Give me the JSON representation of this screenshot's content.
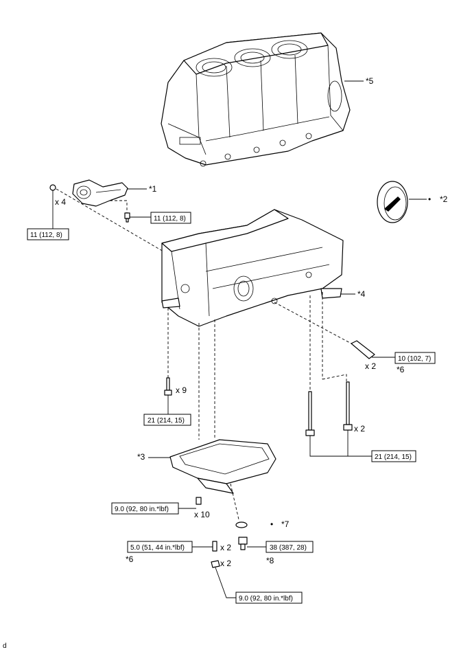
{
  "callouts": {
    "c1": "*1",
    "c2": "*2",
    "c3": "*3",
    "c4": "*4",
    "c5": "*5",
    "c6a": "*6",
    "c6b": "*6",
    "c7": "*7",
    "c8": "*8"
  },
  "torques": {
    "t_sensor_small": "11 (112, 8)",
    "t_sensor_left": "11 (112, 8)",
    "t_pin": "10 (102, 7)",
    "t_bolt_left": "21 (214, 15)",
    "t_bolt_right": "21 (214, 15)",
    "t_pan": "9.0 (92, 80 in.*lbf)",
    "t_stud": "5.0 (51, 44 in.*lbf)",
    "t_plug": "38 (387, 28)",
    "t_nut": "9.0 (92, 80 in.*lbf)"
  },
  "quantities": {
    "q_sensor": "x 4",
    "q_pin": "x 2",
    "q_bolt_left": "x 9",
    "q_bolt_right": "x 2",
    "q_pan": "x 10",
    "q_stud": "x 2",
    "q_nut": "x 2"
  },
  "markers": {
    "m2": "•",
    "m7": "•"
  },
  "footer_code": "d",
  "icons": {
    "engine-block": "engine-block-icon",
    "crankcase": "stiffening-crankcase-icon",
    "oil-pan": "oil-pan-icon",
    "oil-seal": "oil-seal-icon"
  }
}
